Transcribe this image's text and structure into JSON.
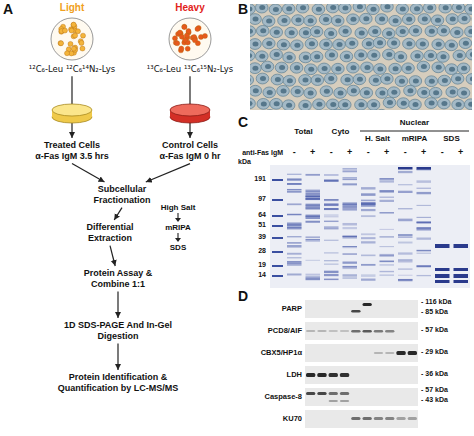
{
  "diagram": {
    "nodes": [
      {
        "text": [
          "Light",
          "¹²C₆-Leu ¹²C₆¹⁴N₂-Lys"
        ]
      },
      {
        "text": [
          "Heavy",
          "¹³C₆-Leu ¹³C₆¹⁵N₂-Lys"
        ]
      },
      {
        "text": [
          "Treated Cells",
          "α-Fas IgM 3.5 hrs"
        ]
      },
      {
        "text": [
          "Control Cells",
          "α-Fas IgM 0 hr"
        ]
      },
      {
        "text": [
          "Subcellular Fractionation"
        ]
      },
      {
        "text": [
          "Differential Extraction"
        ]
      },
      {
        "text": [
          "Protein Assay & Combine 1:1"
        ]
      },
      {
        "text": [
          "1D SDS-PAGE And In-Gel Digestion"
        ]
      },
      {
        "text": [
          "Protein Identification & Quantification by LC-MS/MS"
        ]
      }
    ],
    "edges": [
      {
        "from": 0,
        "to": 2,
        "arrow": "to"
      },
      {
        "from": 1,
        "to": 3,
        "arrow": "to"
      },
      {
        "from": 2,
        "to": 4,
        "arrow": "to"
      },
      {
        "from": 3,
        "to": 4,
        "arrow": "to"
      },
      {
        "from": 4,
        "to": 5,
        "arrow": "to"
      },
      {
        "from": 5,
        "to": 6,
        "arrow": "to"
      },
      {
        "from": 6,
        "to": 7,
        "arrow": "to"
      },
      {
        "from": 7,
        "to": 8,
        "arrow": "to"
      }
    ],
    "labels": [
      "A",
      "B",
      "C",
      "D",
      "High Salt",
      "mRIPA",
      "SDS",
      "Total",
      "Cyto",
      "Nuclear",
      "H. Salt",
      "mRIPA",
      "SDS",
      "anti-Fas IgM",
      "-",
      "+",
      "-",
      "+",
      "-",
      "+",
      "-",
      "+",
      "-",
      "+",
      "kDa",
      "191",
      "97",
      "64",
      "51",
      "39",
      "28",
      "19",
      "14",
      "PARP",
      "PCD8/AIF",
      "CBX5/HP1α",
      "LDH",
      "Caspase-8",
      "KU70",
      "- 116 kDa",
      "- 85 kDa",
      "- 57 kDa",
      "- 29 kDa",
      "- 36 kDa",
      "- 57 kDa",
      "- 43 kDa"
    ]
  }
}
